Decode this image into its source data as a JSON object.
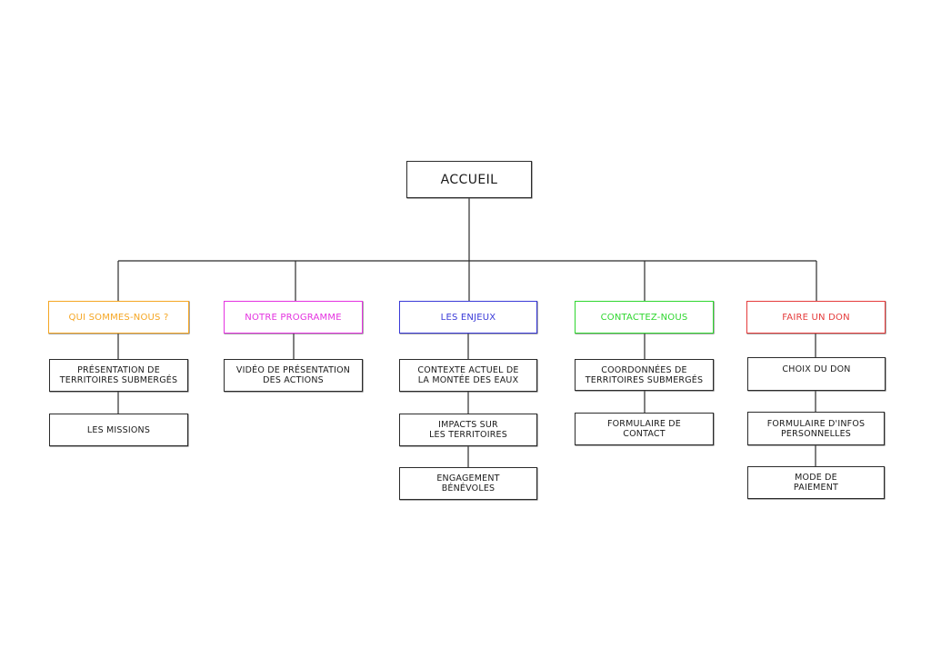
{
  "root": {
    "label": "ACCUEIL"
  },
  "categories": [
    {
      "label": "QUI SOMMES-NOUS ?",
      "color": "#f5a623",
      "children": [
        "PRÉSENTATION DE\nTERRITOIRES SUBMERGÉS",
        "LES MISSIONS"
      ]
    },
    {
      "label": "NOTRE PROGRAMME",
      "color": "#e433e0",
      "children": [
        "VIDÉO DE PRÉSENTATION\nDES ACTIONS"
      ]
    },
    {
      "label": "LES ENJEUX",
      "color": "#3a3ad8",
      "children": [
        "CONTEXTE ACTUEL DE\nLA MONTÉE DES EAUX",
        "IMPACTS SUR\nLES TERRITOIRES",
        "ENGAGEMENT\nBÉNÉVOLES"
      ]
    },
    {
      "label": "CONTACTEZ-NOUS",
      "color": "#2fd62f",
      "children": [
        "COORDONNÉES DE\nTERRITOIRES SUBMERGÉS",
        "FORMULAIRE DE\nCONTACT"
      ]
    },
    {
      "label": "FAIRE UN DON",
      "color": "#e53b3b",
      "children": [
        "CHOIX DU DON",
        "FORMULAIRE D'INFOS\nPERSONNELLES",
        "MODE DE\nPAIEMENT"
      ]
    }
  ]
}
